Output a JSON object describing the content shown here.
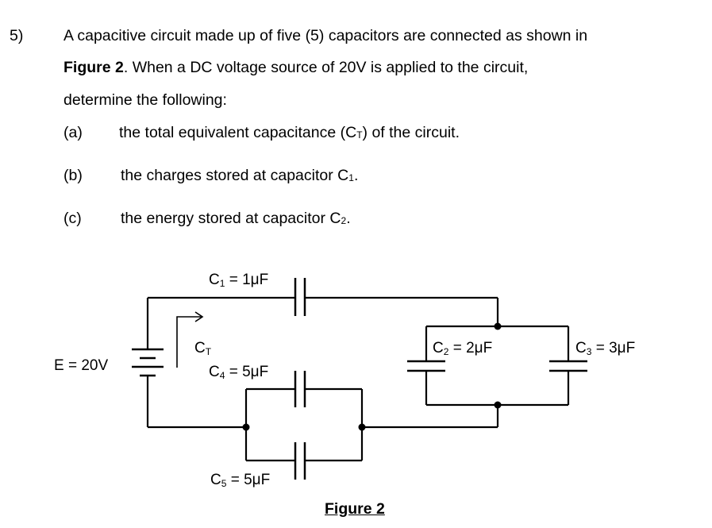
{
  "question": {
    "number": "5)",
    "line1": "A capacitive circuit made up of five (5) capacitors are connected as shown in",
    "line2_bold": "Figure 2",
    "line2_rest": ". When a DC voltage source of 20V is applied to the circuit,",
    "line3": "determine the following:",
    "parts": [
      {
        "label": "(a)",
        "text_before": "the total equivalent capacitance (C",
        "sub": "T",
        "text_after": ") of the circuit."
      },
      {
        "label": "(b)",
        "text_before": "the charges stored at capacitor C",
        "sub": "1",
        "text_after": "."
      },
      {
        "label": "(c)",
        "text_before": "the energy stored at capacitor C",
        "sub": "2",
        "text_after": "."
      }
    ]
  },
  "circuit": {
    "source": "E = 20V",
    "ct_main": "C",
    "ct_sub": "T",
    "c1": {
      "name": "C",
      "sub": "1",
      "value": " = 1μF"
    },
    "c2": {
      "name": "C",
      "sub": "2",
      "value": " = 2μF"
    },
    "c3": {
      "name": "C",
      "sub": "3",
      "value": " = 3μF"
    },
    "c4": {
      "name": "C",
      "sub": "4",
      "value": " = 5μF"
    },
    "c5": {
      "name": "C",
      "sub": "5",
      "value": " = 5μF"
    },
    "figure_caption": "Figure 2"
  }
}
